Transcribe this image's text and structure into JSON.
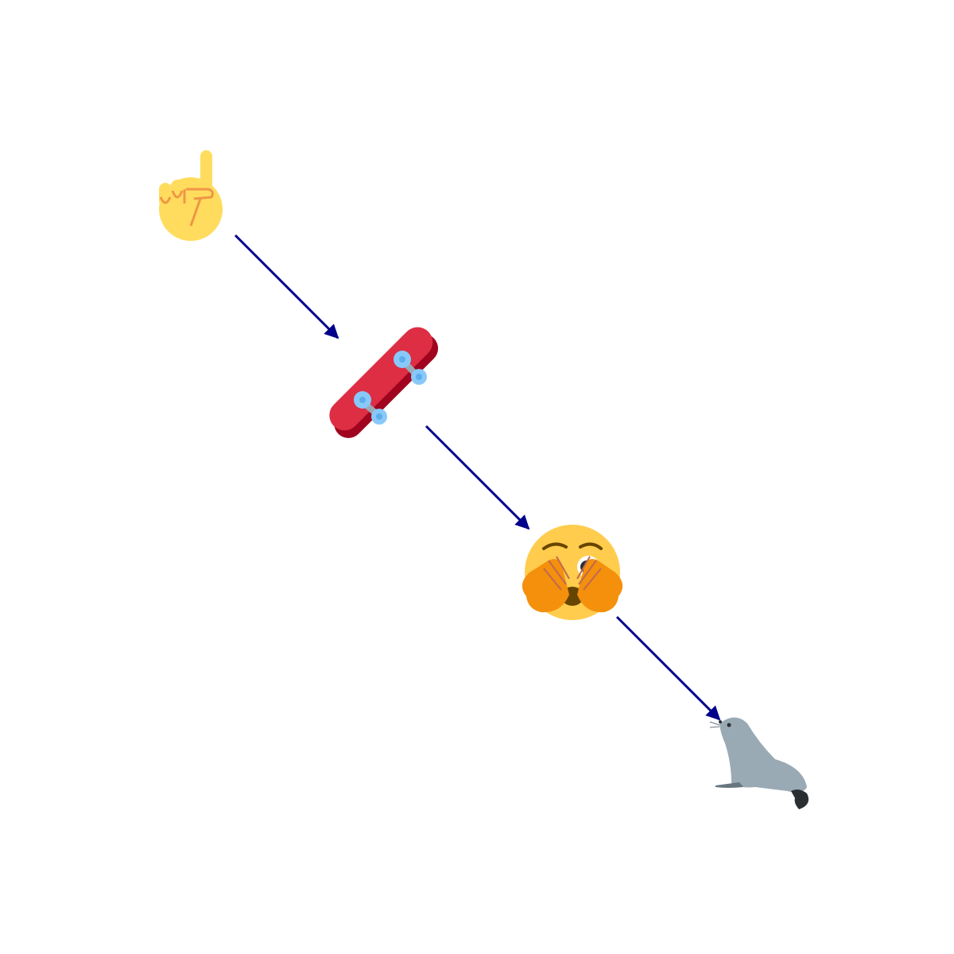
{
  "diagram": {
    "kind": "emoji-sequence",
    "arrow_color": "#00008B",
    "nodes": [
      {
        "id": "pointing-finger",
        "icon": "index-pointing-up-icon"
      },
      {
        "id": "skateboard",
        "icon": "skateboard-icon"
      },
      {
        "id": "peeking-face",
        "icon": "face-with-peeking-eye-icon"
      },
      {
        "id": "seal",
        "icon": "seal-icon"
      }
    ],
    "edges": [
      {
        "from": "pointing-finger",
        "to": "skateboard"
      },
      {
        "from": "skateboard",
        "to": "peeking-face"
      },
      {
        "from": "peeking-face",
        "to": "seal"
      }
    ]
  }
}
